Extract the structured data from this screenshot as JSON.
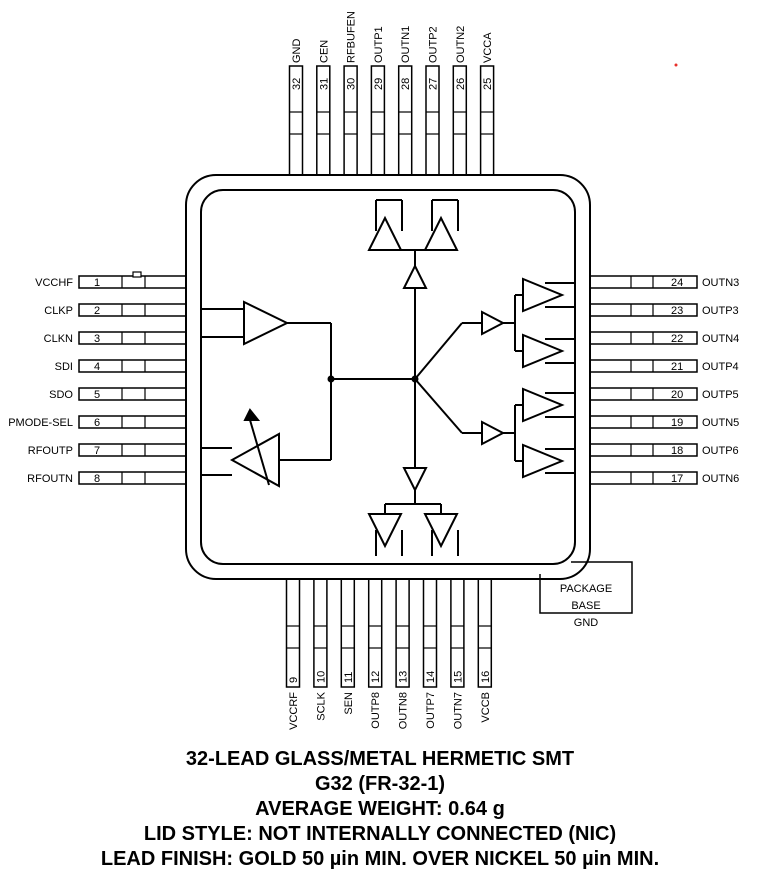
{
  "pins": {
    "top": [
      {
        "num": "32",
        "name": "GND"
      },
      {
        "num": "31",
        "name": "CEN"
      },
      {
        "num": "30",
        "name": "RFBUFEN"
      },
      {
        "num": "29",
        "name": "OUTP1"
      },
      {
        "num": "28",
        "name": "OUTN1"
      },
      {
        "num": "27",
        "name": "OUTP2"
      },
      {
        "num": "26",
        "name": "OUTN2"
      },
      {
        "num": "25",
        "name": "VCCA"
      }
    ],
    "left": [
      {
        "num": "1",
        "name": "VCCHF"
      },
      {
        "num": "2",
        "name": "CLKP"
      },
      {
        "num": "3",
        "name": "CLKN"
      },
      {
        "num": "4",
        "name": "SDI"
      },
      {
        "num": "5",
        "name": "SDO"
      },
      {
        "num": "6",
        "name": "PMODE-SEL"
      },
      {
        "num": "7",
        "name": "RFOUTP"
      },
      {
        "num": "8",
        "name": "RFOUTN"
      }
    ],
    "right": [
      {
        "num": "24",
        "name": "OUTN3"
      },
      {
        "num": "23",
        "name": "OUTP3"
      },
      {
        "num": "22",
        "name": "OUTN4"
      },
      {
        "num": "21",
        "name": "OUTP4"
      },
      {
        "num": "20",
        "name": "OUTP5"
      },
      {
        "num": "19",
        "name": "OUTN5"
      },
      {
        "num": "18",
        "name": "OUTP6"
      },
      {
        "num": "17",
        "name": "OUTN6"
      }
    ],
    "bottom": [
      {
        "num": "9",
        "name": "VCCRF"
      },
      {
        "num": "10",
        "name": "SCLK"
      },
      {
        "num": "11",
        "name": "SEN"
      },
      {
        "num": "12",
        "name": "OUTP8"
      },
      {
        "num": "13",
        "name": "OUTN8"
      },
      {
        "num": "14",
        "name": "OUTP7"
      },
      {
        "num": "15",
        "name": "OUTN7"
      },
      {
        "num": "16",
        "name": "VCCB"
      }
    ]
  },
  "package_base": [
    "PACKAGE",
    "BASE",
    "GND"
  ],
  "caption": [
    "32-LEAD GLASS/METAL HERMETIC SMT",
    "G32 (FR-32-1)",
    "AVERAGE WEIGHT: 0.64 g",
    "LID STYLE: NOT INTERNALLY CONNECTED (NIC)",
    "LEAD FINISH: GOLD 50 µin MIN. OVER NICKEL 50 µin MIN."
  ],
  "colors": {
    "line": "#000000",
    "marker": "#e8302a"
  }
}
